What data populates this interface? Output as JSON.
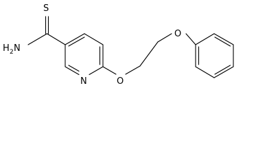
{
  "atoms": {
    "sulfur": "S",
    "amine": "H",
    "amine_sub": "2",
    "amine_n": "N",
    "ring_nitrogen": "N",
    "ether_oxygen_1": "O",
    "ether_oxygen_2": "O"
  }
}
